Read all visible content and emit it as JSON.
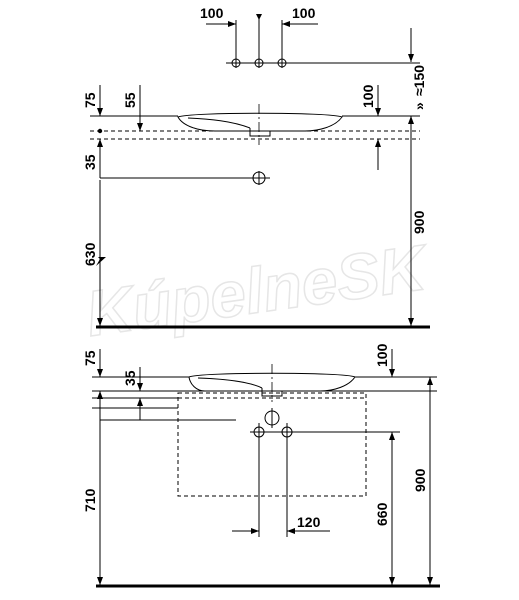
{
  "watermark": "KúpelneSK",
  "top_view": {
    "dim_left_spacing": "100",
    "dim_right_spacing": "100",
    "dim_upper_top": "≈150",
    "dim_upper_top_prefix": "»",
    "dim_75": "75",
    "dim_55": "55",
    "dim_100": "100",
    "dim_35": "35",
    "dim_900": "900",
    "dim_630": "630"
  },
  "bottom_view": {
    "dim_75": "75",
    "dim_35": "35",
    "dim_100": "100",
    "dim_710": "710",
    "dim_900": "900",
    "dim_660": "660",
    "dim_120": "120"
  }
}
